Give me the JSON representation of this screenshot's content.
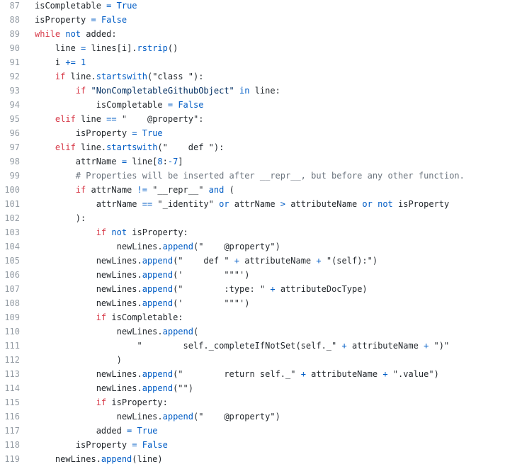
{
  "code_view": {
    "lines": [
      {
        "num": "87",
        "tokens": [
          [
            "isCompletable ",
            "plain"
          ],
          [
            "=",
            "builtin"
          ],
          [
            " ",
            "plain"
          ],
          [
            "True",
            "builtin"
          ]
        ]
      },
      {
        "num": "88",
        "tokens": [
          [
            "isProperty ",
            "plain"
          ],
          [
            "=",
            "builtin"
          ],
          [
            " ",
            "plain"
          ],
          [
            "False",
            "builtin"
          ]
        ]
      },
      {
        "num": "89",
        "tokens": [
          [
            "while",
            "keyword"
          ],
          [
            " ",
            "plain"
          ],
          [
            "not",
            "builtin"
          ],
          [
            " added:",
            "plain"
          ]
        ]
      },
      {
        "num": "90",
        "tokens": [
          [
            "    line ",
            "plain"
          ],
          [
            "=",
            "builtin"
          ],
          [
            " lines[i].",
            "plain"
          ],
          [
            "rstrip",
            "builtin"
          ],
          [
            "()",
            "plain"
          ]
        ]
      },
      {
        "num": "91",
        "tokens": [
          [
            "    i ",
            "plain"
          ],
          [
            "+=",
            "builtin"
          ],
          [
            " ",
            "plain"
          ],
          [
            "1",
            "builtin"
          ]
        ]
      },
      {
        "num": "92",
        "tokens": [
          [
            "    ",
            "plain"
          ],
          [
            "if",
            "keyword"
          ],
          [
            " line.",
            "plain"
          ],
          [
            "startswith",
            "builtin"
          ],
          [
            "(\"class \"):",
            "plain"
          ]
        ]
      },
      {
        "num": "93",
        "tokens": [
          [
            "        ",
            "plain"
          ],
          [
            "if",
            "keyword"
          ],
          [
            " ",
            "plain"
          ],
          [
            "\"NonCompletableGithubObject\"",
            "string"
          ],
          [
            " ",
            "plain"
          ],
          [
            "in",
            "builtin"
          ],
          [
            " line:",
            "plain"
          ]
        ]
      },
      {
        "num": "94",
        "tokens": [
          [
            "            isCompletable ",
            "plain"
          ],
          [
            "=",
            "builtin"
          ],
          [
            " ",
            "plain"
          ],
          [
            "False",
            "builtin"
          ]
        ]
      },
      {
        "num": "95",
        "tokens": [
          [
            "    ",
            "plain"
          ],
          [
            "elif",
            "keyword"
          ],
          [
            " line ",
            "plain"
          ],
          [
            "==",
            "builtin"
          ],
          [
            " \"    @property\":",
            "plain"
          ]
        ]
      },
      {
        "num": "96",
        "tokens": [
          [
            "        isProperty ",
            "plain"
          ],
          [
            "=",
            "builtin"
          ],
          [
            " ",
            "plain"
          ],
          [
            "True",
            "builtin"
          ]
        ]
      },
      {
        "num": "97",
        "tokens": [
          [
            "    ",
            "plain"
          ],
          [
            "elif",
            "keyword"
          ],
          [
            " line.",
            "plain"
          ],
          [
            "startswith",
            "builtin"
          ],
          [
            "(\"    def \"):",
            "plain"
          ]
        ]
      },
      {
        "num": "98",
        "tokens": [
          [
            "        attrName ",
            "plain"
          ],
          [
            "=",
            "builtin"
          ],
          [
            " line[",
            "plain"
          ],
          [
            "8",
            "builtin"
          ],
          [
            ":",
            "plain"
          ],
          [
            "-7",
            "builtin"
          ],
          [
            "]",
            "plain"
          ]
        ]
      },
      {
        "num": "99",
        "tokens": [
          [
            "        ",
            "plain"
          ],
          [
            "# Properties will be inserted after __repr__, but before any other function.",
            "comment"
          ]
        ]
      },
      {
        "num": "100",
        "tokens": [
          [
            "        ",
            "plain"
          ],
          [
            "if",
            "keyword"
          ],
          [
            " attrName ",
            "plain"
          ],
          [
            "!=",
            "builtin"
          ],
          [
            " \"__repr__\" ",
            "plain"
          ],
          [
            "and",
            "builtin"
          ],
          [
            " (",
            "plain"
          ]
        ]
      },
      {
        "num": "101",
        "tokens": [
          [
            "            attrName ",
            "plain"
          ],
          [
            "==",
            "builtin"
          ],
          [
            " \"_identity\" ",
            "plain"
          ],
          [
            "or",
            "builtin"
          ],
          [
            " attrName ",
            "plain"
          ],
          [
            ">",
            "builtin"
          ],
          [
            " attributeName ",
            "plain"
          ],
          [
            "or",
            "builtin"
          ],
          [
            " ",
            "plain"
          ],
          [
            "not",
            "builtin"
          ],
          [
            " isProperty",
            "plain"
          ]
        ]
      },
      {
        "num": "102",
        "tokens": [
          [
            "        ):",
            "plain"
          ]
        ]
      },
      {
        "num": "103",
        "tokens": [
          [
            "            ",
            "plain"
          ],
          [
            "if",
            "keyword"
          ],
          [
            " ",
            "plain"
          ],
          [
            "not",
            "builtin"
          ],
          [
            " isProperty:",
            "plain"
          ]
        ]
      },
      {
        "num": "104",
        "tokens": [
          [
            "                newLines.",
            "plain"
          ],
          [
            "append",
            "builtin"
          ],
          [
            "(\"    @property\")",
            "plain"
          ]
        ]
      },
      {
        "num": "105",
        "tokens": [
          [
            "            newLines.",
            "plain"
          ],
          [
            "append",
            "builtin"
          ],
          [
            "(\"    def \" ",
            "plain"
          ],
          [
            "+",
            "builtin"
          ],
          [
            " attributeName ",
            "plain"
          ],
          [
            "+",
            "builtin"
          ],
          [
            " \"(self):\")",
            "plain"
          ]
        ]
      },
      {
        "num": "106",
        "tokens": [
          [
            "            newLines.",
            "plain"
          ],
          [
            "append",
            "builtin"
          ],
          [
            "('        \"\"\"')",
            "plain"
          ]
        ]
      },
      {
        "num": "107",
        "tokens": [
          [
            "            newLines.",
            "plain"
          ],
          [
            "append",
            "builtin"
          ],
          [
            "(\"        :type: \" ",
            "plain"
          ],
          [
            "+",
            "builtin"
          ],
          [
            " attributeDocType)",
            "plain"
          ]
        ]
      },
      {
        "num": "108",
        "tokens": [
          [
            "            newLines.",
            "plain"
          ],
          [
            "append",
            "builtin"
          ],
          [
            "('        \"\"\"')",
            "plain"
          ]
        ]
      },
      {
        "num": "109",
        "tokens": [
          [
            "            ",
            "plain"
          ],
          [
            "if",
            "keyword"
          ],
          [
            " isCompletable:",
            "plain"
          ]
        ]
      },
      {
        "num": "110",
        "tokens": [
          [
            "                newLines.",
            "plain"
          ],
          [
            "append",
            "builtin"
          ],
          [
            "(",
            "plain"
          ]
        ]
      },
      {
        "num": "111",
        "tokens": [
          [
            "                    \"        self._completeIfNotSet(self._\" ",
            "plain"
          ],
          [
            "+",
            "builtin"
          ],
          [
            " attributeName ",
            "plain"
          ],
          [
            "+",
            "builtin"
          ],
          [
            " \")\"",
            "plain"
          ]
        ]
      },
      {
        "num": "112",
        "tokens": [
          [
            "                )",
            "plain"
          ]
        ]
      },
      {
        "num": "113",
        "tokens": [
          [
            "            newLines.",
            "plain"
          ],
          [
            "append",
            "builtin"
          ],
          [
            "(\"        return self._\" ",
            "plain"
          ],
          [
            "+",
            "builtin"
          ],
          [
            " attributeName ",
            "plain"
          ],
          [
            "+",
            "builtin"
          ],
          [
            " \".value\")",
            "plain"
          ]
        ]
      },
      {
        "num": "114",
        "tokens": [
          [
            "            newLines.",
            "plain"
          ],
          [
            "append",
            "builtin"
          ],
          [
            "(\"\")",
            "plain"
          ]
        ]
      },
      {
        "num": "115",
        "tokens": [
          [
            "            ",
            "plain"
          ],
          [
            "if",
            "keyword"
          ],
          [
            " isProperty:",
            "plain"
          ]
        ]
      },
      {
        "num": "116",
        "tokens": [
          [
            "                newLines.",
            "plain"
          ],
          [
            "append",
            "builtin"
          ],
          [
            "(\"    @property\")",
            "plain"
          ]
        ]
      },
      {
        "num": "117",
        "tokens": [
          [
            "            added ",
            "plain"
          ],
          [
            "=",
            "builtin"
          ],
          [
            " ",
            "plain"
          ],
          [
            "True",
            "builtin"
          ]
        ]
      },
      {
        "num": "118",
        "tokens": [
          [
            "        isProperty ",
            "plain"
          ],
          [
            "=",
            "builtin"
          ],
          [
            " ",
            "plain"
          ],
          [
            "False",
            "builtin"
          ]
        ]
      },
      {
        "num": "119",
        "tokens": [
          [
            "    newLines.",
            "plain"
          ],
          [
            "append",
            "builtin"
          ],
          [
            "(line)",
            "plain"
          ]
        ]
      }
    ]
  }
}
